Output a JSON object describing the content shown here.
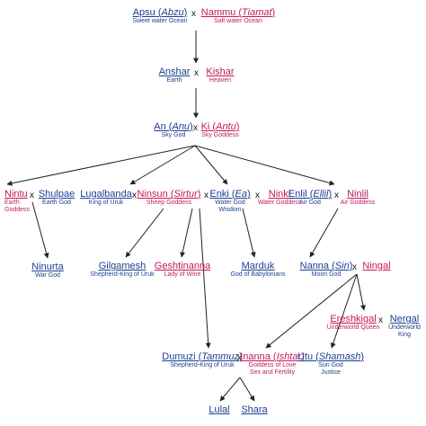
{
  "colors": {
    "male": "#1b3f8f",
    "female": "#c2185b",
    "line": "#222222"
  },
  "separator": "x",
  "nodes": {
    "apsu": {
      "name": "Apsu",
      "alt": "Abzu",
      "sub1": "Sweet water Ocean",
      "sub2": ""
    },
    "nammu": {
      "name": "Nammu",
      "alt": "Tiamat",
      "sub1": "Salt water Ocean",
      "sub2": ""
    },
    "anshar": {
      "name": "Anshar",
      "alt": "",
      "sub1": "Earth",
      "sub2": ""
    },
    "kishar": {
      "name": "Kishar",
      "alt": "",
      "sub1": "Heaven",
      "sub2": ""
    },
    "an": {
      "name": "An",
      "alt": "Anu",
      "sub1": "Sky God",
      "sub2": ""
    },
    "ki": {
      "name": "Ki",
      "alt": "Antu",
      "sub1": "Sky Goddess",
      "sub2": ""
    },
    "nintu": {
      "name": "Nintu",
      "alt": "",
      "sub1": "Earth",
      "sub2": "Goddess"
    },
    "shulpae": {
      "name": "Shulpae",
      "alt": "",
      "sub1": "Earth God",
      "sub2": ""
    },
    "lugalbanda": {
      "name": "Lugalbanda",
      "alt": "",
      "sub1": "King of Uruk",
      "sub2": ""
    },
    "ninsun": {
      "name": "Ninsun",
      "alt": "Sirtur",
      "sub1": "Sheep Goddess",
      "sub2": ""
    },
    "enki": {
      "name": "Enki",
      "alt": "Ea",
      "sub1": "Water God",
      "sub2": "Wisdom"
    },
    "ninki": {
      "name": "Ninki",
      "alt": "",
      "sub1": "Water Goddess",
      "sub2": ""
    },
    "enlil": {
      "name": "Enlil",
      "alt": "Ellil",
      "sub1": "Air God",
      "sub2": ""
    },
    "ninlil": {
      "name": "Ninlil",
      "alt": "",
      "sub1": "Air Goddess",
      "sub2": ""
    },
    "ninurta": {
      "name": "Ninurta",
      "alt": "",
      "sub1": "War God",
      "sub2": ""
    },
    "gilgamesh": {
      "name": "Gilgamesh",
      "alt": "",
      "sub1": "Shepherd-King of Uruk",
      "sub2": ""
    },
    "geshtinanna": {
      "name": "Geshtinanna",
      "alt": "",
      "sub1": "Lady of Wine",
      "sub2": ""
    },
    "marduk": {
      "name": "Marduk",
      "alt": "",
      "sub1": "God of Babylonians",
      "sub2": ""
    },
    "nanna": {
      "name": "Nanna",
      "alt": "Sin",
      "sub1": "Moon God",
      "sub2": ""
    },
    "ningal": {
      "name": "Ningal",
      "alt": "",
      "sub1": "",
      "sub2": ""
    },
    "ereshkigal": {
      "name": "Ereshkigal",
      "alt": "",
      "sub1": "Underworld Queen",
      "sub2": ""
    },
    "nergal": {
      "name": "Nergal",
      "alt": "",
      "sub1": "Underworld",
      "sub2": "King"
    },
    "dumuzi": {
      "name": "Dumuzi",
      "alt": "Tammuz",
      "sub1": "Shepherd-King of Uruk",
      "sub2": ""
    },
    "inanna": {
      "name": "Inanna",
      "alt": "Ishtar",
      "sub1": "Goddess of Love",
      "sub2": "Sex and Fertility"
    },
    "utu": {
      "name": "Utu",
      "alt": "Shamash",
      "sub1": "Sun God",
      "sub2": "Justice"
    },
    "lulal": {
      "name": "Lulal",
      "alt": "",
      "sub1": "",
      "sub2": ""
    },
    "shara": {
      "name": "Shara",
      "alt": "",
      "sub1": "",
      "sub2": ""
    }
  }
}
